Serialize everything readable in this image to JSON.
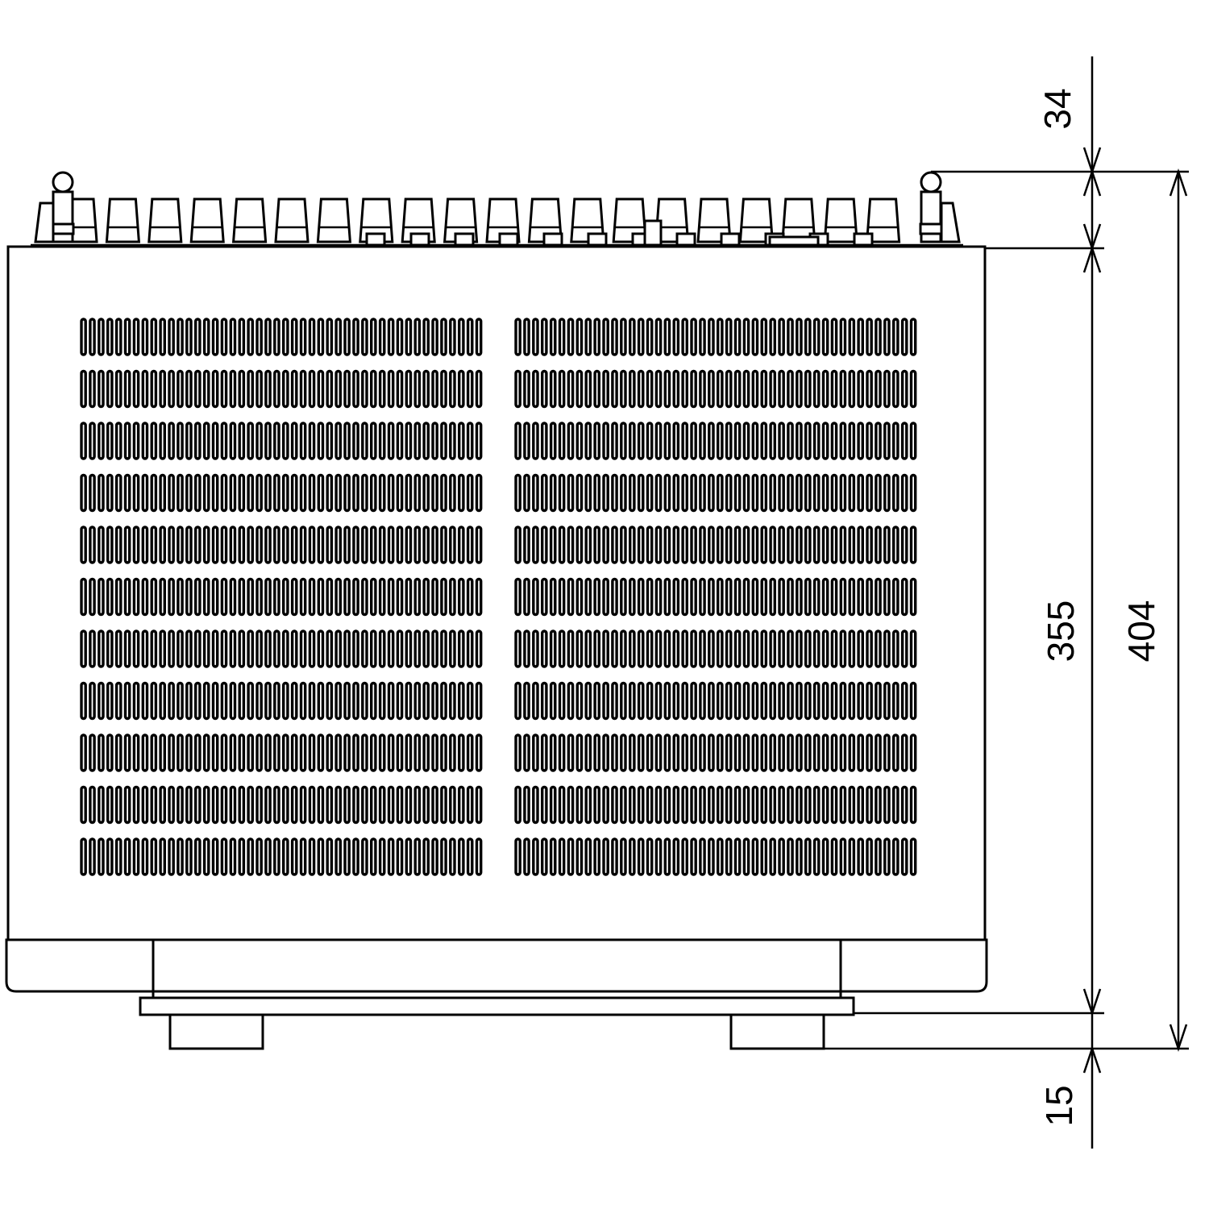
{
  "drawing": {
    "view": "side-view",
    "line_color": "#000000",
    "background": "#ffffff",
    "vent_rows": 11,
    "vent_banks": 2,
    "dimensions": {
      "top_clearance": "34",
      "body_height": "355",
      "overall_height": "404",
      "foot_height": "15"
    }
  }
}
